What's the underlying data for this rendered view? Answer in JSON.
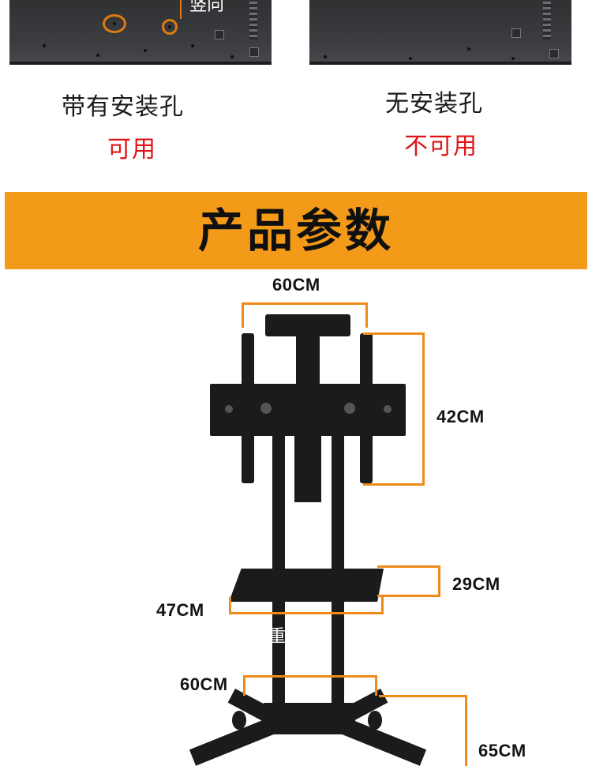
{
  "tv_panels": {
    "left_callout_text": "竖向"
  },
  "captions": {
    "with_holes": "带有安装孔",
    "with_holes_status": "可用",
    "no_holes": "无安装孔",
    "no_holes_status": "不可用"
  },
  "banner": {
    "title": "产品参数"
  },
  "dimensions": {
    "top_width": "60CM",
    "mount_height": "42CM",
    "shelf_depth": "29CM",
    "shelf_width": "47CM",
    "base_width": "60CM",
    "base_depth": "65CM"
  },
  "watermark": "重70",
  "colors": {
    "banner": "#f39a18",
    "bracket_outline": "#f08a1a",
    "status_red": "#e01414",
    "stand_black": "#1b1b1c"
  }
}
